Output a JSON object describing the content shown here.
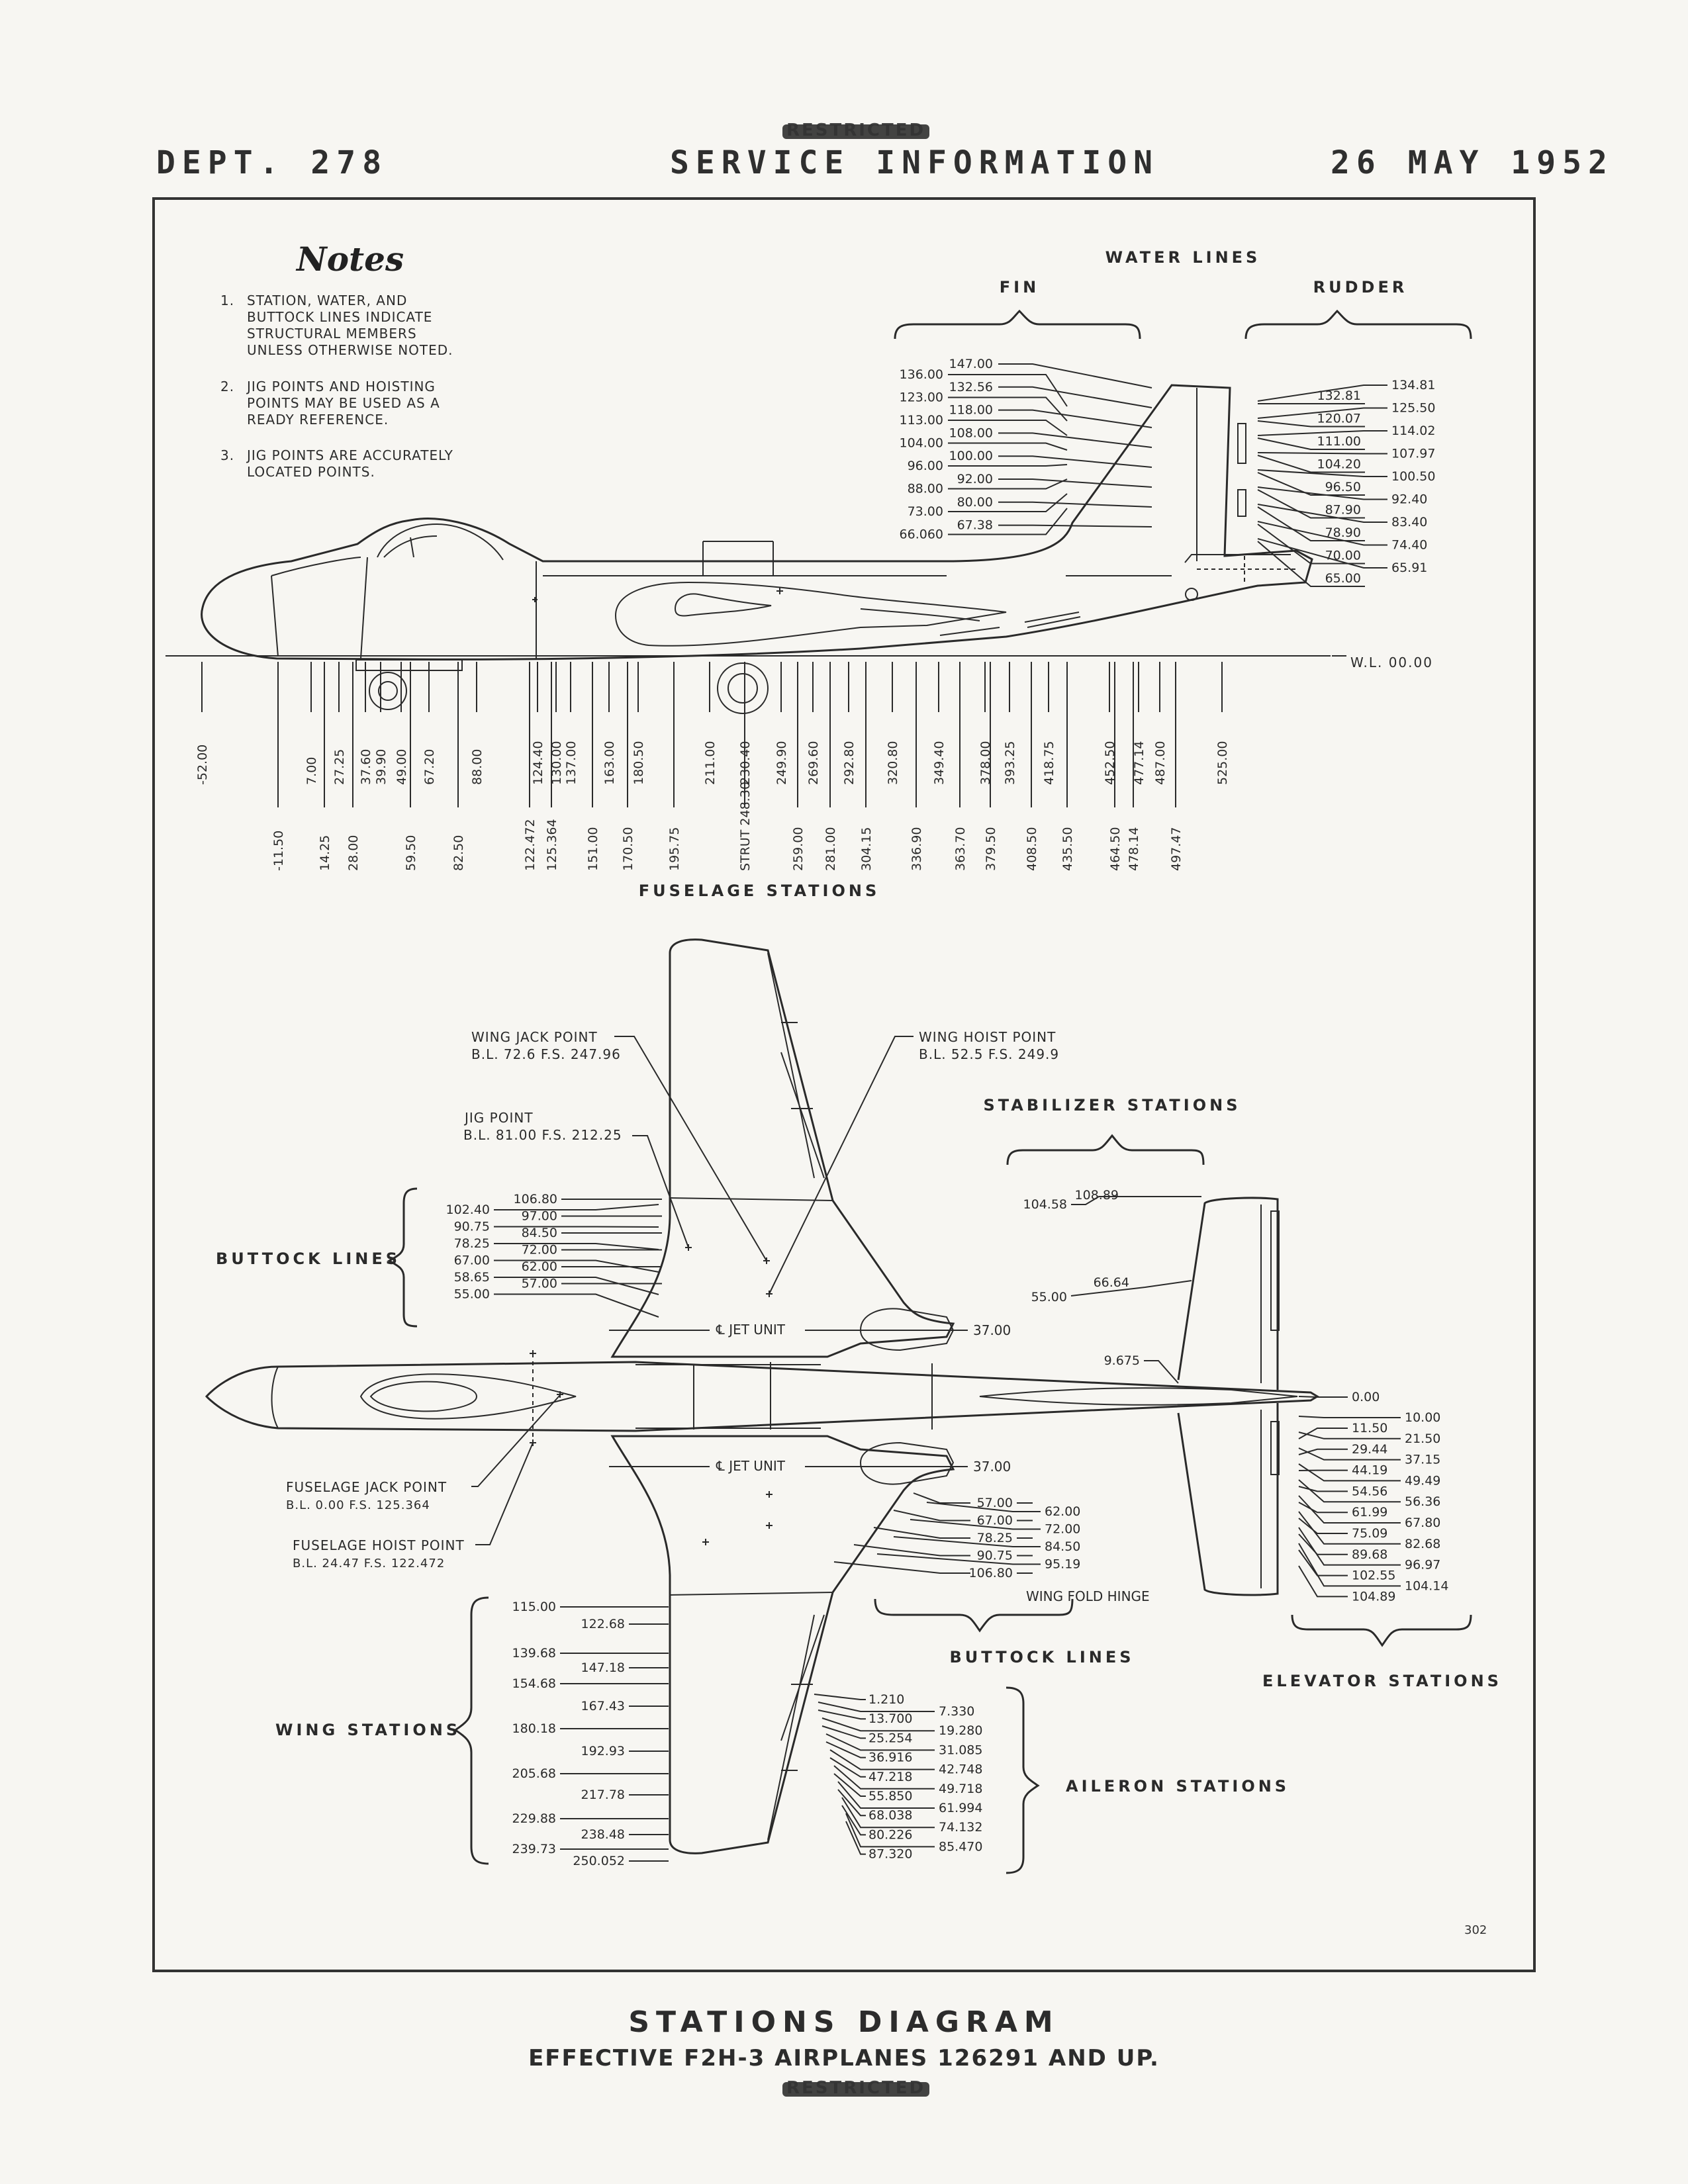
{
  "header": {
    "dept": "DEPT. 278",
    "title": "SERVICE INFORMATION",
    "date": "26 MAY 1952",
    "restricted": "RESTRICTED"
  },
  "notes": {
    "title": "Notes",
    "items": [
      {
        "num": "1.",
        "text": "STATION, WATER, AND BUTTOCK LINES INDICATE STRUCTURAL MEMBERS UNLESS OTHERWISE NOTED."
      },
      {
        "num": "2.",
        "text": "JIG POINTS AND HOISTING POINTS MAY BE USED AS A READY REFERENCE."
      },
      {
        "num": "3.",
        "text": "JIG POINTS ARE ACCURATELY LOCATED POINTS."
      }
    ]
  },
  "side_view": {
    "water_lines_title": "WATER LINES",
    "fin_title": "FIN",
    "rudder_title": "RUDDER",
    "fin_left": [
      "136.00",
      "123.00",
      "113.00",
      "104.00",
      "96.00",
      "88.00",
      "73.00",
      "66.060"
    ],
    "fin_right": [
      "147.00",
      "132.56",
      "118.00",
      "108.00",
      "100.00",
      "92.00",
      "80.00",
      "67.38"
    ],
    "rudder_left": [
      "132.81",
      "120.07",
      "111.00",
      "104.20",
      "96.50",
      "87.90",
      "78.90",
      "70.00",
      "65.00"
    ],
    "rudder_right": [
      "134.81",
      "125.50",
      "114.02",
      "107.97",
      "100.50",
      "92.40",
      "83.40",
      "74.40",
      "65.91"
    ],
    "wl_zero": "W.L. 00.00",
    "stations_upper": [
      "-52.00",
      "7.00",
      "27.25",
      "37.60",
      "39.90",
      "49.00",
      "67.20",
      "88.00",
      "124.40",
      "130.00",
      "137.00",
      "163.00",
      "180.50",
      "211.00",
      "230.40",
      "249.90",
      "269.60",
      "292.80",
      "320.80",
      "349.40",
      "378.00",
      "393.25",
      "418.75",
      "452.50",
      "477.14",
      "487.00",
      "525.00"
    ],
    "stations_lower": [
      "-11.50",
      "14.25",
      "28.00",
      "59.50",
      "82.50",
      "122.472",
      "125.364",
      "151.00",
      "170.50",
      "195.75",
      "STRUT 248.30",
      "259.00",
      "281.00",
      "304.15",
      "336.90",
      "363.70",
      "379.50",
      "408.50",
      "435.50",
      "464.50",
      "478.14",
      "497.47"
    ],
    "fuselage_title": "FUSELAGE STATIONS"
  },
  "plan_view": {
    "wing_jack": {
      "title": "WING JACK POINT",
      "value": "B.L. 72.6 F.S. 247.96"
    },
    "wing_hoist": {
      "title": "WING HOIST POINT",
      "value": "B.L. 52.5 F.S. 249.9"
    },
    "jig_point": {
      "title": "JIG POINT",
      "value": "B.L. 81.00 F.S. 212.25"
    },
    "stabilizer_title": "STABILIZER STATIONS",
    "buttock_title": "BUTTOCK LINES",
    "buttock_left": [
      "102.40",
      "90.75",
      "78.25",
      "67.00",
      "58.65",
      "55.00"
    ],
    "buttock_right": [
      "106.80",
      "97.00",
      "84.50",
      "72.00",
      "62.00",
      "57.00"
    ],
    "stab_left": [
      "104.58",
      "55.00"
    ],
    "stab_right": [
      "108.89",
      "66.64"
    ],
    "stab_9675": "9.675",
    "jet_unit": "℄ JET UNIT",
    "jet_value": "37.00",
    "fuselage_jack": {
      "title": "FUSELAGE JACK POINT",
      "value": "B.L. 0.00  F.S. 125.364"
    },
    "fuselage_hoist": {
      "title": "FUSELAGE HOIST POINT",
      "value": "B.L. 24.47 F.S. 122.472"
    },
    "lower_buttock_left": [
      "57.00",
      "67.00",
      "78.25",
      "90.75",
      "106.80"
    ],
    "lower_buttock_right": [
      "62.00",
      "72.00",
      "84.50",
      "95.19"
    ],
    "wing_fold": "WING FOLD HINGE",
    "buttock_lower_title": "BUTTOCK LINES",
    "elevator_left": [
      "0.00",
      "11.50",
      "29.44",
      "44.19",
      "54.56",
      "61.99",
      "75.09",
      "89.68",
      "102.55",
      "104.89"
    ],
    "elevator_right": [
      "10.00",
      "21.50",
      "37.15",
      "49.49",
      "56.36",
      "67.80",
      "82.68",
      "96.97",
      "104.14"
    ],
    "elevator_title": "ELEVATOR STATIONS",
    "wing_stations_title": "WING STATIONS",
    "wing_left": [
      "115.00",
      "139.68",
      "154.68",
      "180.18",
      "205.68",
      "229.88",
      "239.73"
    ],
    "wing_right": [
      "122.68",
      "147.18",
      "167.43",
      "192.93",
      "217.78",
      "238.48",
      "250.052"
    ],
    "aileron_left": [
      "1.210",
      "13.700",
      "25.254",
      "36.916",
      "47.218",
      "55.850",
      "68.038",
      "80.226",
      "87.320"
    ],
    "aileron_right": [
      "7.330",
      "19.280",
      "31.085",
      "42.748",
      "49.718",
      "61.994",
      "74.132",
      "85.470"
    ],
    "aileron_title": "AILERON STATIONS"
  },
  "page_number": "302",
  "footer": {
    "title": "STATIONS DIAGRAM",
    "subtitle": "EFFECTIVE F2H-3 AIRPLANES 126291 AND UP.",
    "restricted": "RESTRICTED"
  }
}
